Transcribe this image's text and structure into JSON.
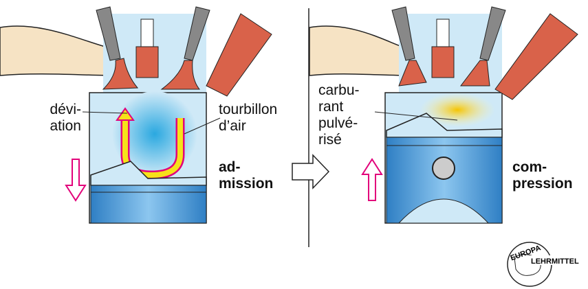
{
  "left": {
    "deviation": [
      "dévi-",
      "ation"
    ],
    "swirl": [
      "tourbillon",
      "d’air"
    ],
    "stroke": [
      "ad-",
      "mission"
    ]
  },
  "right": {
    "fuel": [
      "carbu-",
      "rant",
      "pulvé-",
      "risé"
    ],
    "stroke": [
      "com-",
      "pression"
    ]
  },
  "logo": {
    "top": "EUROPA",
    "bottom": "LEHRMITTEL"
  },
  "colors": {
    "chamber": "#cfe9f7",
    "piston": "#3b8fd1",
    "valve": "#d9624a",
    "arrow": "#e2007a",
    "swirl": "#f7e11a",
    "skin": "#f6e3c4"
  }
}
